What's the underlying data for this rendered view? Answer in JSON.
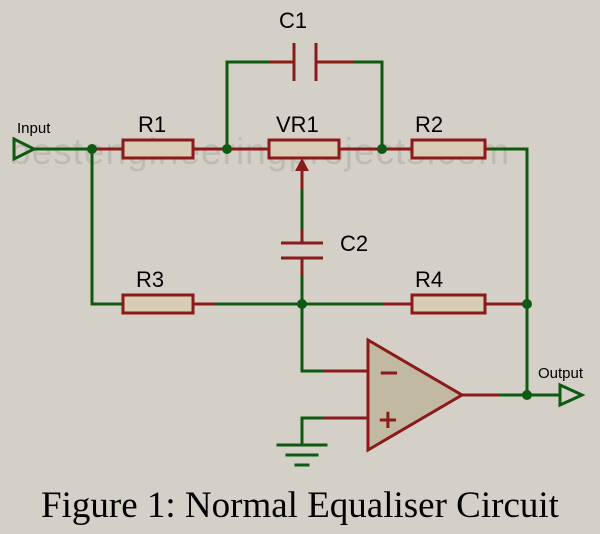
{
  "watermark": "bestengineeringprojects.com",
  "caption": "Figure 1: Normal Equaliser Circuit",
  "components": {
    "c1": "C1",
    "r1": "R1",
    "vr1": "VR1",
    "r2": "R2",
    "c2": "C2",
    "r3": "R3",
    "r4": "R4"
  },
  "ports": {
    "input": "Input",
    "output": "Output"
  },
  "opamp": {
    "inverting": "−",
    "non_inverting": "+"
  },
  "colors": {
    "background": "#d4d0c8",
    "wire": "#0e5a12",
    "component": "#8b1a1a",
    "resistor_fill": "#d8ccb4",
    "opamp_fill": "#c2b9a3"
  }
}
